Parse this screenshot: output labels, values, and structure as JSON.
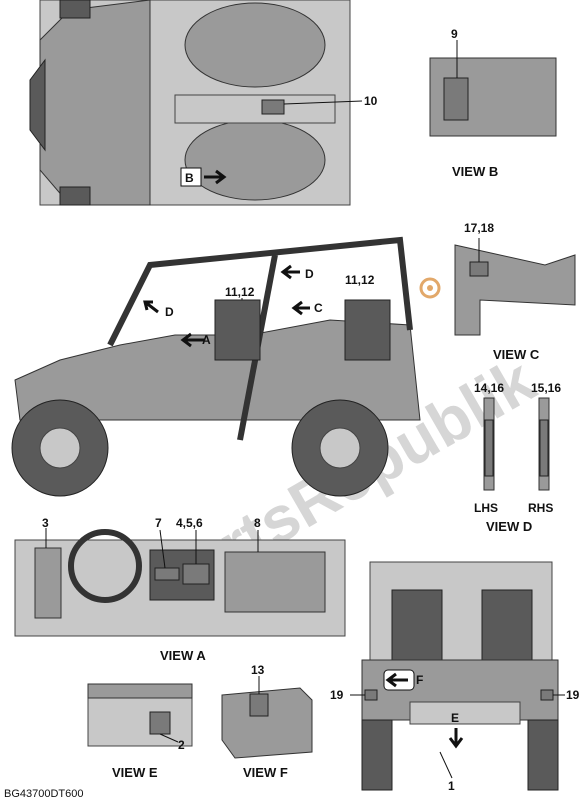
{
  "diagram": {
    "code": "BG43700DT600",
    "watermark": "PartsRepublik",
    "callouts": {
      "n1": "1",
      "n2": "2",
      "n3": "3",
      "n4_5_6": "4,5,6",
      "n7": "7",
      "n8": "8",
      "n9": "9",
      "n10": "10",
      "n11_12_a": "11,12",
      "n11_12_b": "11,12",
      "n13": "13",
      "n14_16": "14,16",
      "n15_16": "15,16",
      "n17_18": "17,18",
      "n19_left": "19",
      "n19_right": "19"
    },
    "view_markers": {
      "a": "A",
      "b": "B",
      "c": "C",
      "d_front": "D",
      "d_top": "D",
      "e": "E",
      "f": "F"
    },
    "views": {
      "a": "VIEW A",
      "b": "VIEW B",
      "c": "VIEW C",
      "d": "VIEW D",
      "e": "VIEW E",
      "f": "VIEW F"
    },
    "sides": {
      "lhs": "LHS",
      "rhs": "RHS"
    }
  }
}
